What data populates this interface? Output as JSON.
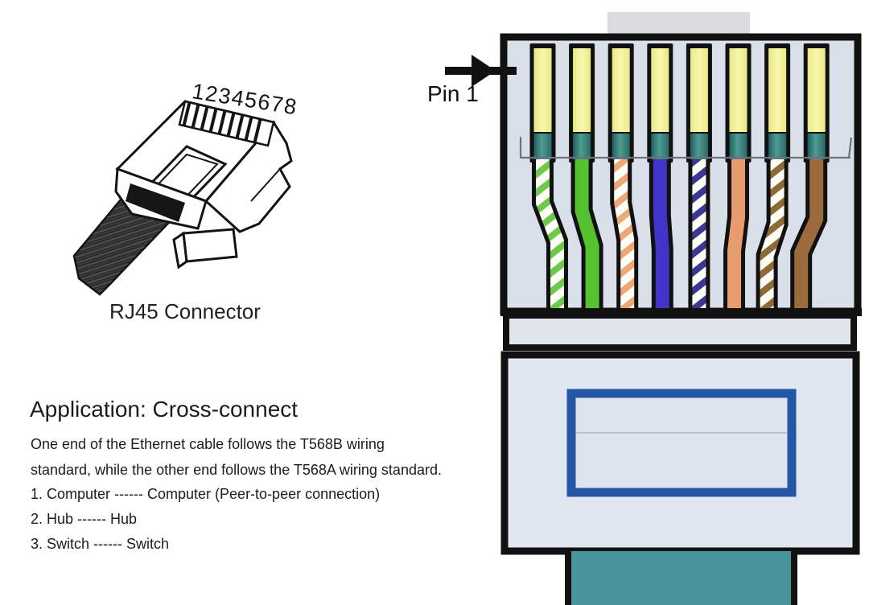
{
  "left_figure": {
    "pin_numbers_label": "12345678",
    "caption": "RJ45 Connector"
  },
  "application": {
    "heading": "Application: Cross-connect",
    "description_line1": "One end of the Ethernet cable follows the T568B wiring",
    "description_line2": "standard, while the other end follows the T568A wiring standard.",
    "items": [
      "1. Computer ------ Computer (Peer-to-peer connection)",
      "2. Hub ------ Hub",
      "3. Switch ------ Switch"
    ]
  },
  "connector_diagram": {
    "pin1_label": "Pin 1",
    "wiring_standard_shown": "T568A",
    "pins": [
      {
        "number": 1,
        "color_name": "white-green",
        "base": "#fdfdf6",
        "stripe": "#6cc94a"
      },
      {
        "number": 2,
        "color_name": "green",
        "base": "#54c12e"
      },
      {
        "number": 3,
        "color_name": "white-orange",
        "base": "#fdfdf6",
        "stripe": "#eda876"
      },
      {
        "number": 4,
        "color_name": "blue",
        "base": "#4234c8"
      },
      {
        "number": 5,
        "color_name": "white-blue",
        "base": "#fdfdf6",
        "stripe": "#3b3794"
      },
      {
        "number": 6,
        "color_name": "orange",
        "base": "#e89b6e"
      },
      {
        "number": 7,
        "color_name": "white-brown",
        "base": "#fdfdf6",
        "stripe": "#8d6a36"
      },
      {
        "number": 8,
        "color_name": "brown",
        "base": "#9c6b3d"
      }
    ],
    "colors": {
      "outline": "#111111",
      "body_fill": "#d9e0ea",
      "tab_fill": "#d9dce1",
      "pin_yellow": "#e9e887",
      "pin_yellow_light": "#f9f8ac",
      "contact_teal_dark": "#215f60",
      "contact_teal_light": "#4e9c92",
      "separator_line": "#70707a",
      "load_bar_fill": "#e0e4ed",
      "lower_body_fill": "#e0e7f1",
      "window_border_blue": "#2456a6",
      "window_fill": "#dde4ed",
      "window_inner_line": "#a9b6c4",
      "cable_teal": "#47949a"
    }
  }
}
